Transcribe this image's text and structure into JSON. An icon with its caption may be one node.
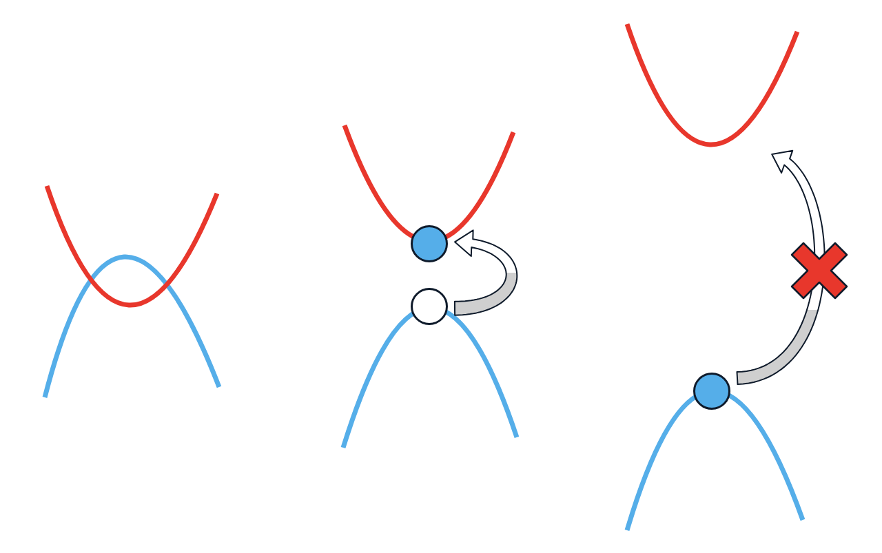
{
  "diagram": {
    "nodes": [
      {
        "text": [],
        "shape": "circle"
      },
      {
        "text": [],
        "shape": "circle"
      },
      {
        "text": [],
        "shape": "circle"
      },
      {
        "text": [],
        "shape": "curve"
      }
    ],
    "edges": [
      {
        "from": 1,
        "to": 0,
        "arrow": "to"
      },
      {
        "from": 2,
        "to": 3,
        "arrow": "to"
      }
    ]
  }
}
